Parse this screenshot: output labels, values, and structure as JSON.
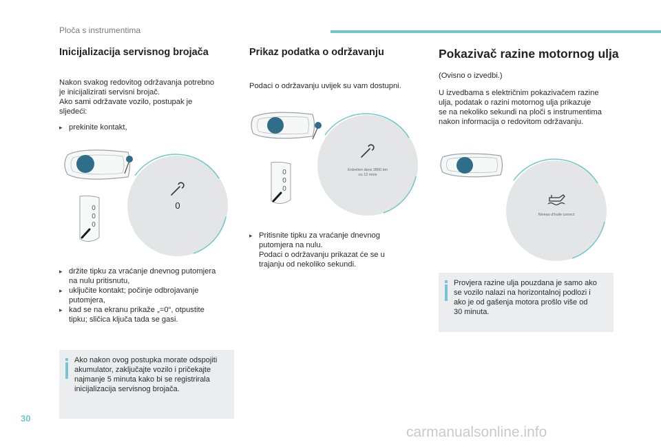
{
  "header": {
    "title": "Ploča s instrumentima",
    "page_number": "30"
  },
  "col1": {
    "heading": "Inicijalizacija servisnog brojača",
    "intro": "Nakon svakog redovitog održavanja potrebno\nje inicijalizirati servisni brojač.\nAko sami održavate vozilo, postupak je\nsljedeći:",
    "bullets_top": [
      "prekinite kontakt,"
    ],
    "illustration": {
      "display_value": "0",
      "odo_digits": [
        "0",
        "0",
        "0"
      ]
    },
    "bullets": [
      "držite tipku za vraćanje dnevnog putomjera\nna nulu pritisnutu,",
      "uključite kontakt; počinje odbrojavanje\nputomjera,",
      "kad se na ekranu prikaže „=0“, otpustite\ntipku; sličica ključa tada se gasi."
    ],
    "note": "Ako nakon ovog postupka morate odspojiti\nakumulator, zaključajte vozilo i pričekajte\nnajmanje 5 minuta kako bi se registrirala\ninicijalizacija servisnog brojača."
  },
  "col2": {
    "heading": "Prikaz podatka o održavanju",
    "intro": "Podaci o održavanju uvijek su vam dostupni.",
    "illustration": {
      "display_line1": "Entretien dans 2800 km",
      "display_line2": "ou 12 mois",
      "odo_digits": [
        "0",
        "0",
        "0"
      ]
    },
    "bullets": [
      "Pritisnite tipku za vraćanje dnevnog\nputomjera na nulu.\nPodaci o održavanju prikazat će se u\ntrajanju od nekoliko sekundi."
    ]
  },
  "col3": {
    "heading": "Pokazivač razine motornog ulja",
    "intro1": "(Ovisno o izvedbi.)",
    "intro2": "U izvedbama s električnim pokazivačem razine\nulja, podatak o razini motornog ulja prikazuje\nse na nekoliko sekundi na ploči s instrumentima\nnakon informacija o redovitom održavanju.",
    "illustration": {
      "display_text": "Niveau d'huile correct"
    },
    "note": "Provjera razine ulja pouzdana je samo ako\nse vozilo nalazi na horizontalnoj podlozi i\nako je od gašenja motora prošlo više od\n30 minuta."
  },
  "footer": {
    "watermark": "carmanualsonline.info"
  },
  "colors": {
    "accent": "#6fc9c6",
    "note_bg": "#ebedee",
    "note_icon": "#7ac4d6",
    "dial_bg": "#e3e5e6",
    "button_blue": "#2f6e88"
  },
  "icons": [
    "wrench-icon",
    "oil-can-icon",
    "info-icon",
    "arrow-icon",
    "bullet-arrow-icon"
  ]
}
